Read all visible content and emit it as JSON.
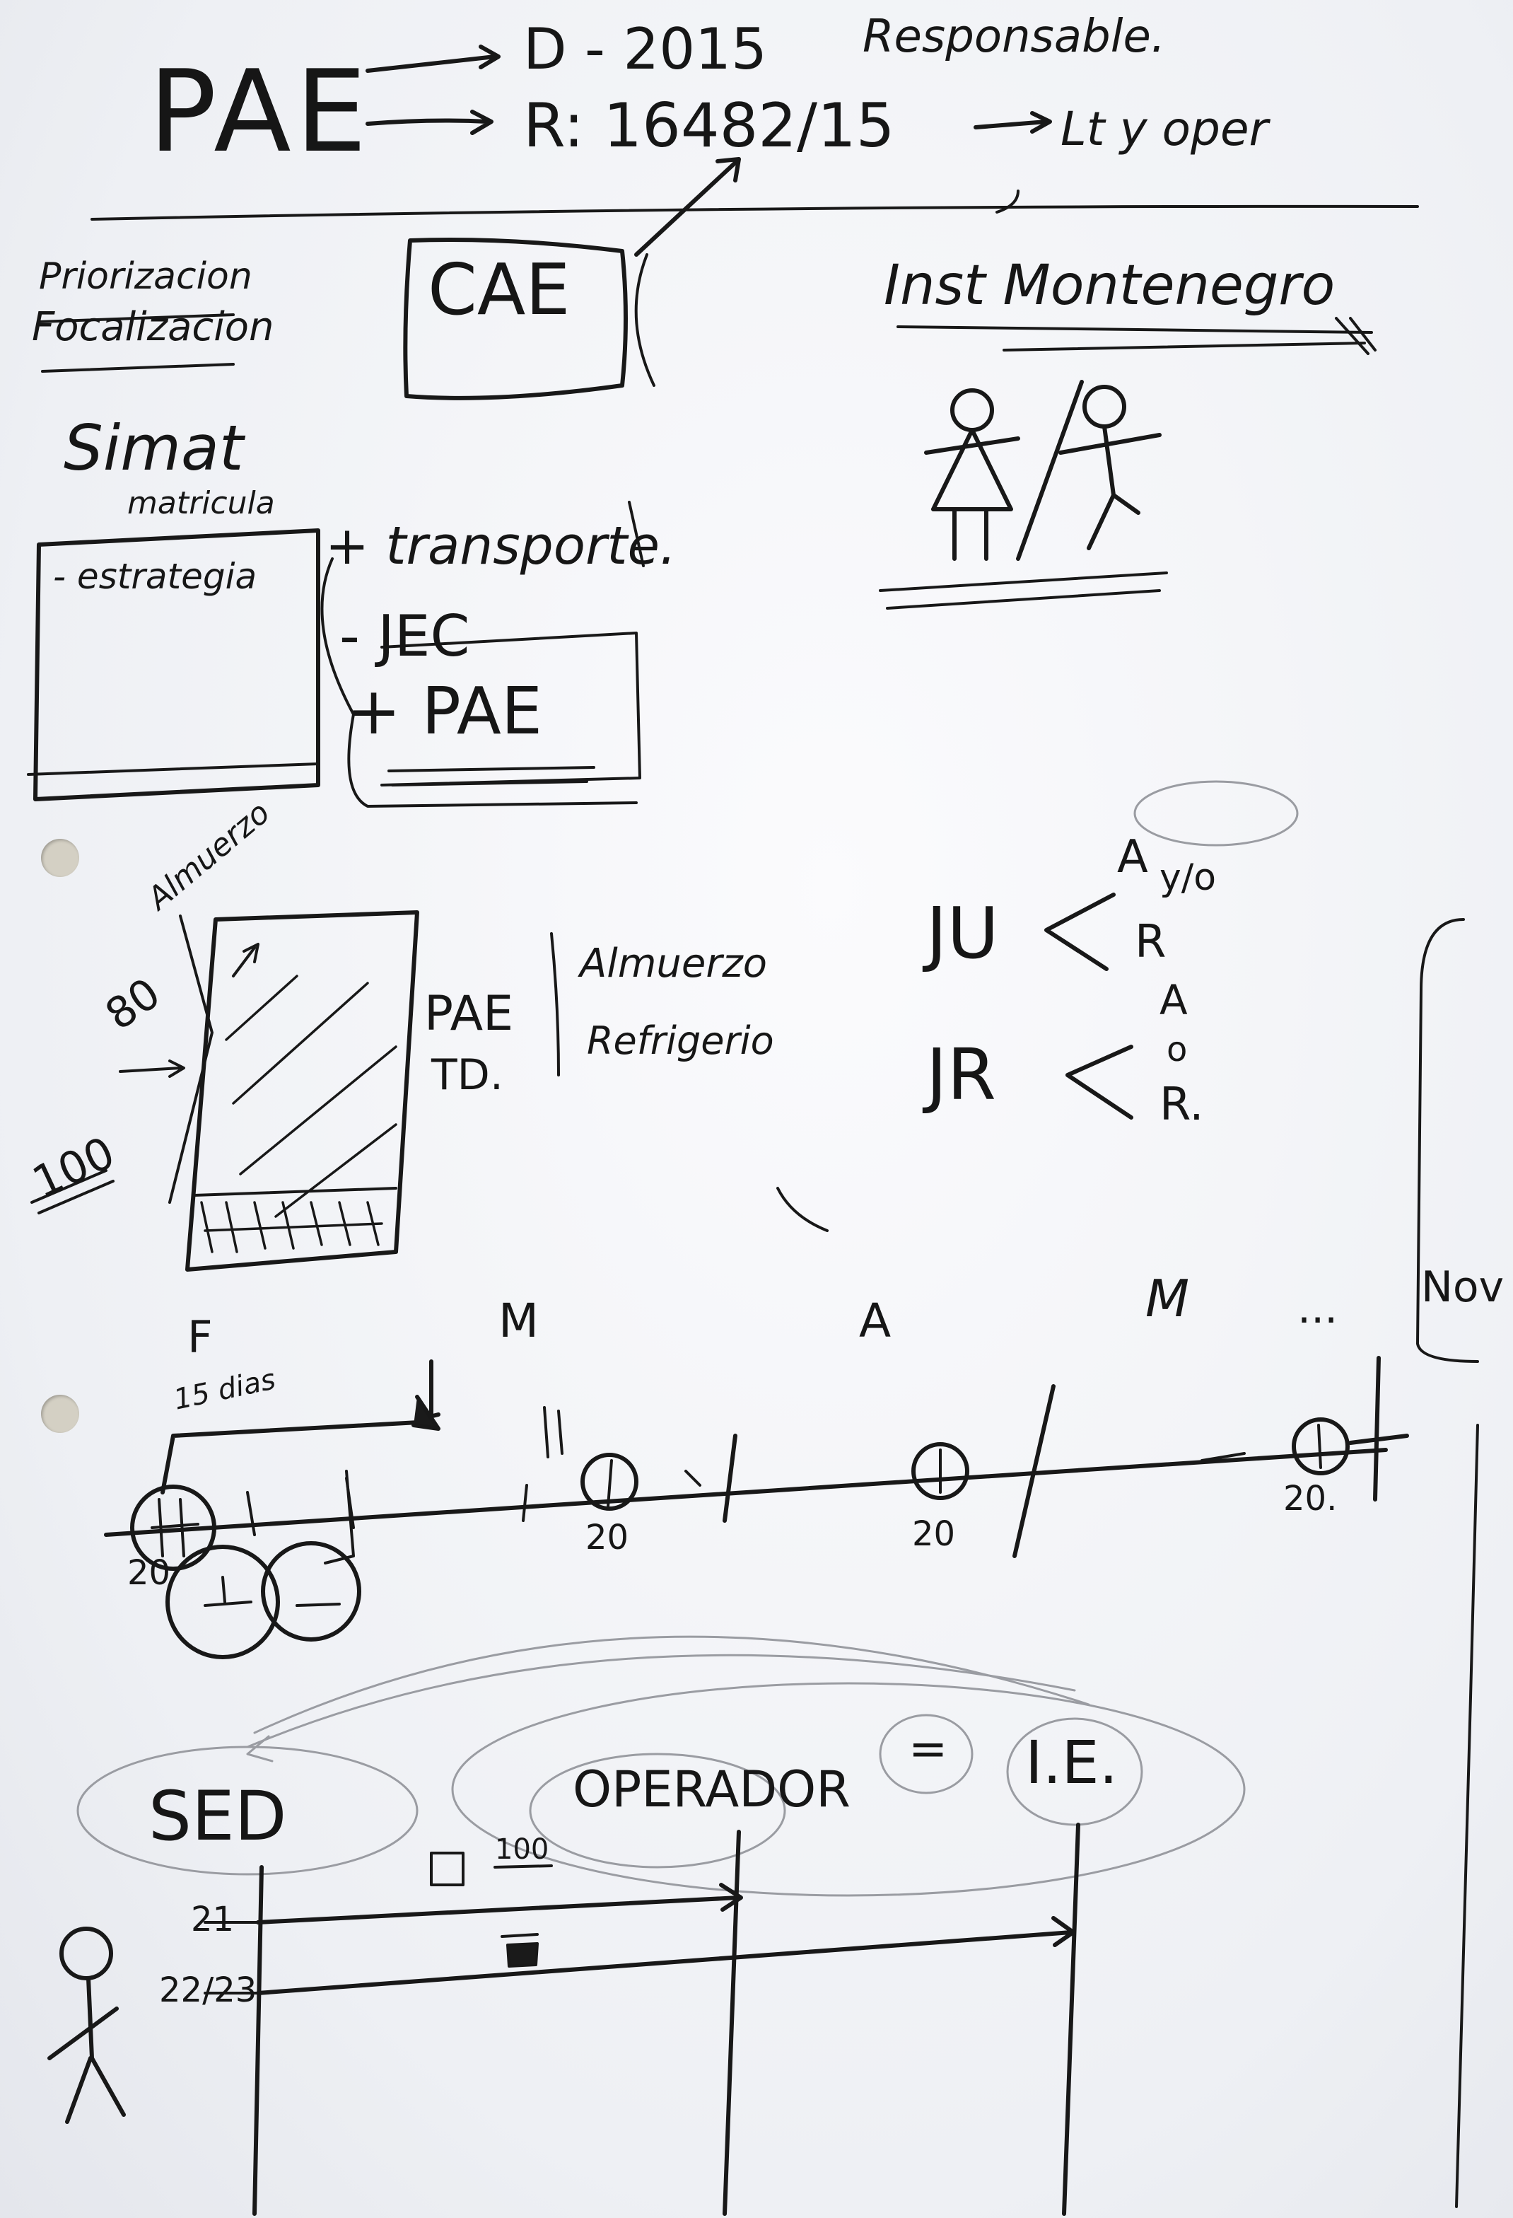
{
  "header": {
    "pae": "PAE",
    "decree": "D - 2015",
    "responsible": "Responsable.",
    "resolution": "R: 16482/15",
    "lt_oper": "Lt y oper"
  },
  "left_notes": {
    "priorizacion": "Priorizacion",
    "focalizacion": "Focalizacion"
  },
  "cae_box": "CAE",
  "inst": "Inst Montenegro",
  "simat": {
    "title": "Simat",
    "sub": "matricula"
  },
  "strategy": {
    "estrategia": "- estrategia",
    "transporte": "+ transporte.",
    "jec": "- JEC",
    "pae": "+ PAE"
  },
  "diagram": {
    "almuerzo_label": "Almuerzo",
    "v80": "80",
    "v100": "100",
    "pae": "PAE",
    "td": "TD.",
    "almuerzo": "Almuerzo",
    "refrigerio": "Refrigerio",
    "ju": "JU",
    "ju_a": "A",
    "ju_yo": "y/o",
    "ju_r": "R",
    "jr": "JR",
    "jr_a": "A",
    "jr_o": "o",
    "jr_r": "R."
  },
  "timeline": {
    "months": [
      "F",
      "M",
      "A",
      "M",
      "...",
      "Nov"
    ],
    "days15": "15 dias",
    "twenties": [
      "20",
      "20",
      "20",
      "20."
    ]
  },
  "actors": {
    "sed": "SED",
    "operador": "OPERADOR",
    "eq": "=",
    "ie": "I.E.",
    "d21": "21",
    "d2223": "22/23",
    "v100": "100"
  }
}
